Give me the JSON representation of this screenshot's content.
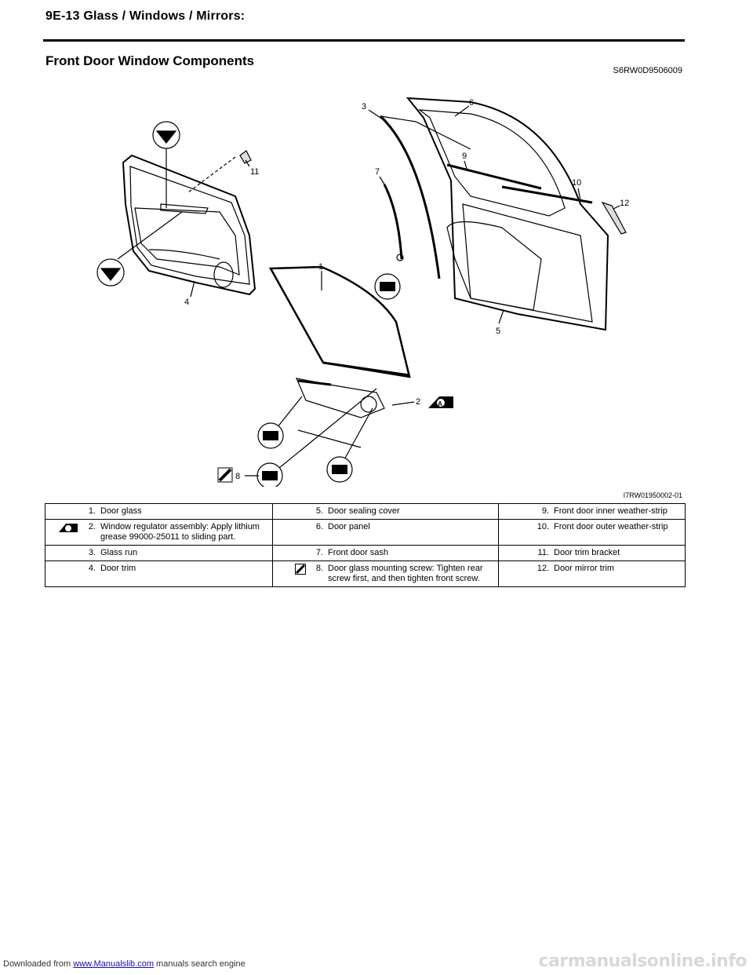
{
  "header": {
    "title": "9E-13   Glass / Windows / Mirrors:"
  },
  "section": {
    "title": "Front Door Window Components",
    "code": "S6RW0D9506009"
  },
  "figure": {
    "id": "I7RW01950002-01",
    "callouts": [
      "1",
      "2",
      "3",
      "4",
      "5",
      "6",
      "7",
      "8",
      "9",
      "10",
      "11",
      "12"
    ],
    "badge_letter": "A"
  },
  "legend": {
    "rows": [
      [
        {
          "num": "1.",
          "text": "Door glass",
          "icon": ""
        },
        {
          "num": "5.",
          "text": "Door sealing cover",
          "icon": ""
        },
        {
          "num": "9.",
          "text": "Front door inner weather-strip",
          "icon": ""
        }
      ],
      [
        {
          "num": "2.",
          "text": "Window regulator assembly: Apply lithium grease 99000-25011 to sliding part.",
          "icon": "grease-icon"
        },
        {
          "num": "6.",
          "text": "Door panel",
          "icon": ""
        },
        {
          "num": "10.",
          "text": "Front door outer weather-strip",
          "icon": ""
        }
      ],
      [
        {
          "num": "3.",
          "text": "Glass run",
          "icon": ""
        },
        {
          "num": "7.",
          "text": "Front door sash",
          "icon": ""
        },
        {
          "num": "11.",
          "text": "Door trim bracket",
          "icon": ""
        }
      ],
      [
        {
          "num": "4.",
          "text": "Door trim",
          "icon": ""
        },
        {
          "num": "8.",
          "text": "Door glass mounting screw: Tighten rear screw first, and then tighten front screw.",
          "icon": "tighten-order-icon"
        },
        {
          "num": "12.",
          "text": "Door mirror trim",
          "icon": ""
        }
      ]
    ]
  },
  "footer": {
    "prefix": "Downloaded from ",
    "link": "www.Manualslib.com",
    "suffix": "  manuals search engine"
  },
  "watermark": "carmanualsonline.info"
}
